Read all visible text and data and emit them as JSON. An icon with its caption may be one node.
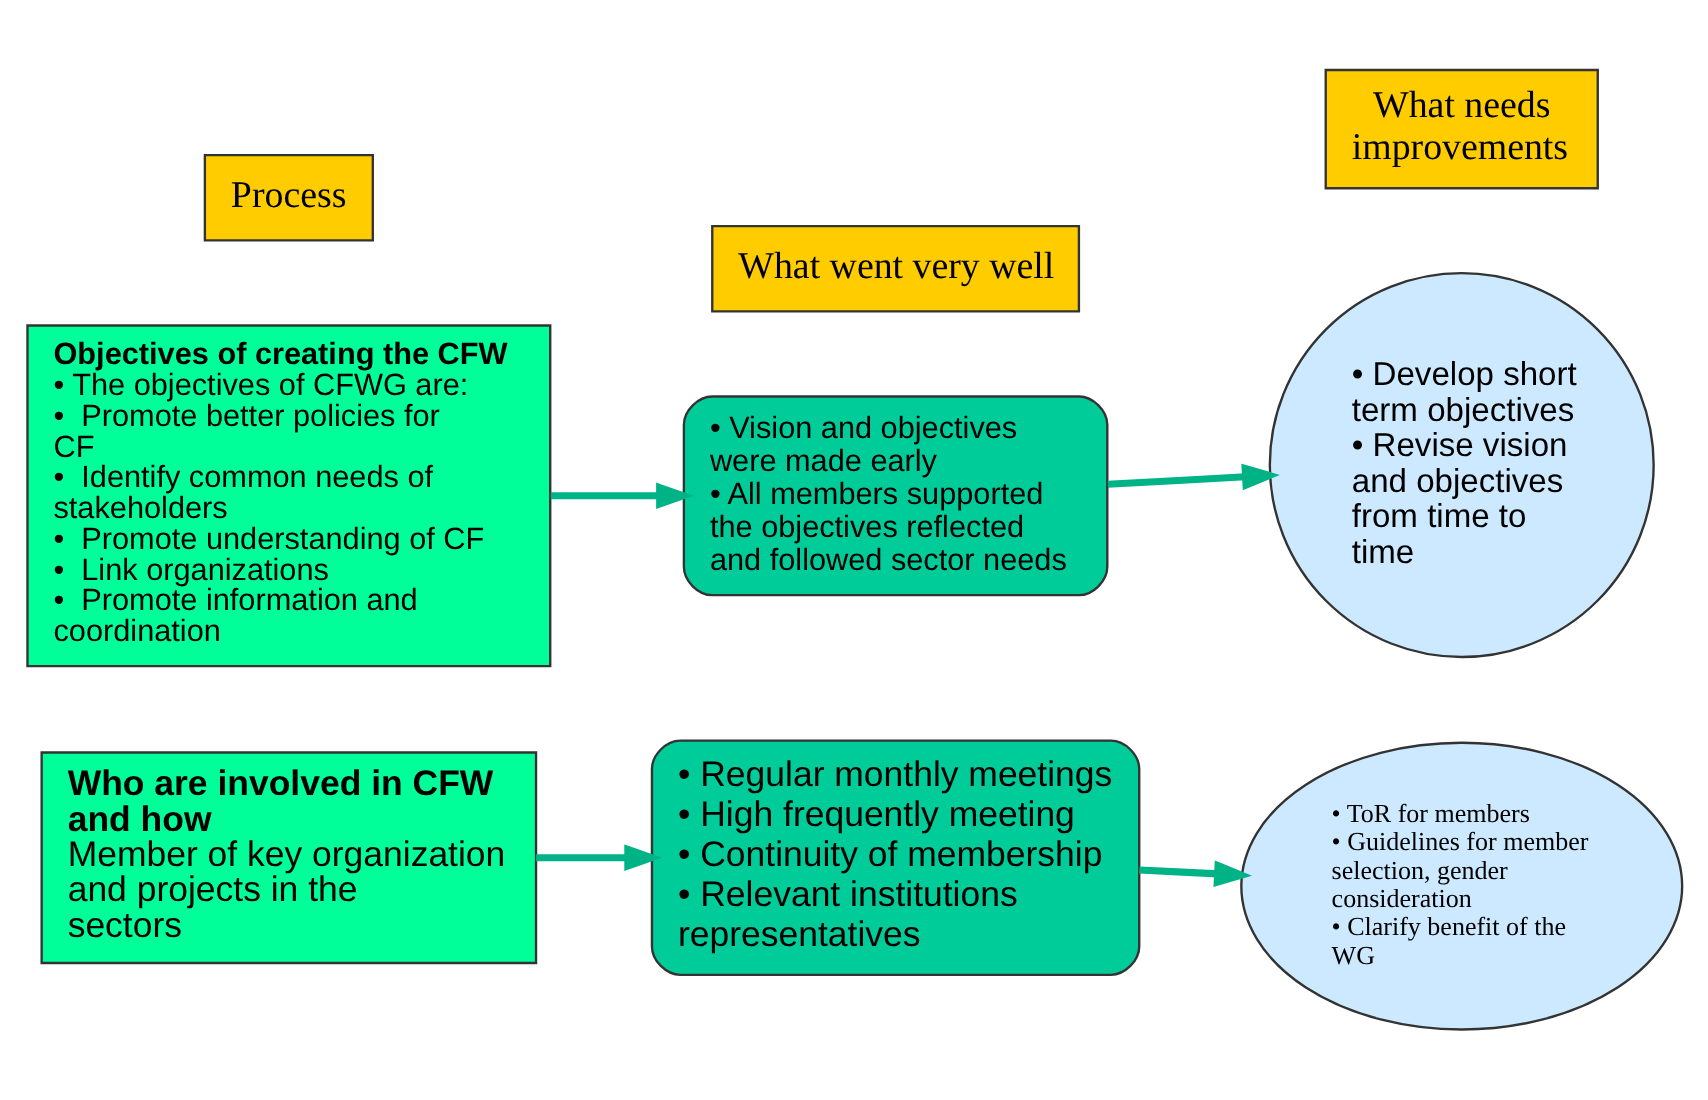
{
  "diagram": {
    "nodes": [
      {
        "text": [
          "Process"
        ]
      },
      {
        "text": [
          "What went very well"
        ]
      },
      {
        "text": [
          "What needs improvements"
        ]
      },
      {
        "text": [
          "Objectives of creating the CFW",
          "• The objectives of CFWG are:",
          "•  Promote better policies for CF",
          "•  Identify common needs of stakeholders",
          "•  Promote understanding of CF",
          "•  Link organizations",
          "•  Promote information and coordination"
        ]
      },
      {
        "text": [
          "• Vision and objectives were made early",
          "• All members supported the objectives reflected and followed sector needs"
        ]
      },
      {
        "text": [
          "• Develop short term objectives",
          "• Revise vision and objectives from time to time"
        ]
      },
      {
        "text": [
          "Who are involved in CFW and how",
          "Member of key organization and projects in the sectors"
        ]
      },
      {
        "text": [
          "• Regular monthly meetings",
          "• High frequently meeting",
          "• Continuity of membership",
          "• Relevant institutions representatives"
        ]
      },
      {
        "text": [
          "• ToR for members",
          "• Guidelines for member selection, gender consideration",
          "• Clarify benefit of the WG"
        ]
      }
    ],
    "edges": [
      {
        "from": 3,
        "to": 4,
        "arrow": "to"
      },
      {
        "from": 4,
        "to": 5,
        "arrow": "to"
      },
      {
        "from": 6,
        "to": 7,
        "arrow": "to"
      },
      {
        "from": 7,
        "to": 8,
        "arrow": "to"
      }
    ]
  }
}
